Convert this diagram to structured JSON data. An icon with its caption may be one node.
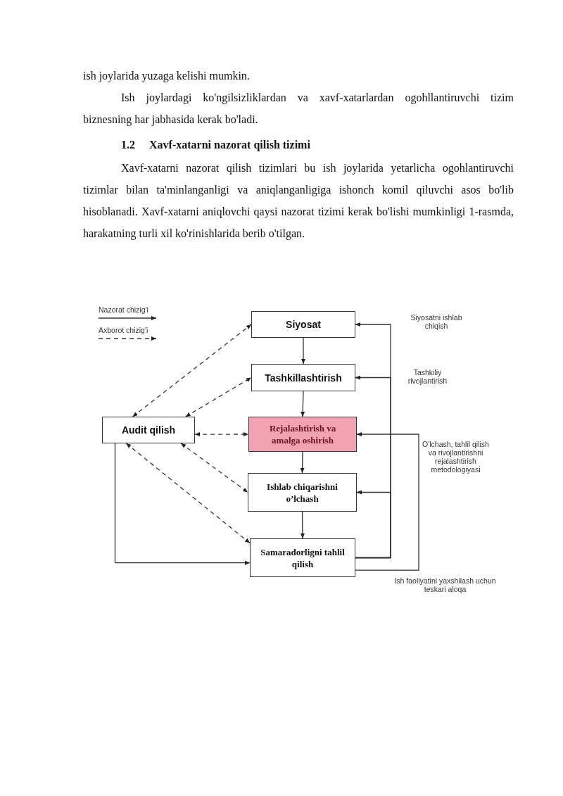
{
  "diagram": {
    "nodes": [
      {
        "text": [
          "Siyosat"
        ]
      },
      {
        "text": [
          "Tashkillashtirish"
        ]
      },
      {
        "text": [
          "Audit qilish"
        ]
      },
      {
        "text": [
          "Rejalashtirish va amalga oshirish"
        ]
      },
      {
        "text": [
          "Ishlab chiqarishni o’lchash"
        ]
      },
      {
        "text": [
          "Samaradorligni tahlil qilish"
        ]
      }
    ],
    "edges": [
      {
        "from": 0,
        "to": 1,
        "arrow": "to"
      },
      {
        "from": 1,
        "to": 3,
        "arrow": "to"
      },
      {
        "from": 3,
        "to": 4,
        "arrow": "to"
      },
      {
        "from": 4,
        "to": 5,
        "arrow": "to"
      },
      {
        "from": 2,
        "to": 0,
        "arrow": "both",
        "style": "dashed"
      },
      {
        "from": 2,
        "to": 1,
        "arrow": "both",
        "style": "dashed"
      },
      {
        "from": 2,
        "to": 3,
        "arrow": "both",
        "style": "dashed"
      },
      {
        "from": 2,
        "to": 4,
        "arrow": "both",
        "style": "dashed"
      },
      {
        "from": 2,
        "to": 5,
        "arrow": "both",
        "style": "dashed"
      },
      {
        "from": 2,
        "to": 5,
        "arrow": "to"
      },
      {
        "from": 5,
        "to": 0,
        "arrow": "to"
      },
      {
        "from": 5,
        "to": 1,
        "arrow": "to"
      },
      {
        "from": 5,
        "to": 4,
        "arrow": "to"
      },
      {
        "from": 5,
        "to": 3,
        "arrow": "to"
      }
    ],
    "labels": [
      "ish joylarida yuzaga kelishi mumkin.",
      "Ish joylardagi ko'ngilsizliklardan va xavf-xatarlardan ogohllantiruvchi tizim biznesning har jabhasida kerak bo'ladi.",
      "1.2",
      "Xavf-xatarni nazorat qilish tizimi",
      "Xavf-xatarni nazorat qilish tizimlari bu ish joylarida yetarlicha ogohlantiruvchi tizimlar bilan ta'minlanganligi va aniqlanganligiga ishonch komil qiluvchi asos bo'lib hisoblanadi. Xavf-xatarni aniqlovchi qaysi nazorat tizimi kerak bo'lishi mumkinligi 1-rasmda, harakatning turli xil ko'rinishlarida berib o'tilgan.",
      "Siyosatni ishlab chiqish",
      "Tashkiliy rivojlantirish",
      "O'lchash, tahlil qilish va rivojlantirishni rejalashtirish metodologiyasi",
      "Ish faoliyatini yaxshilash uchun teskari aloqa"
    ],
    "legend": [
      {
        "text": "Nazorat chizig'i"
      },
      {
        "text": "Axborot chizig'i"
      }
    ]
  }
}
